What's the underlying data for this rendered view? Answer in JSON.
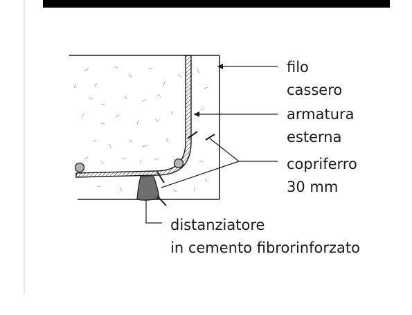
{
  "labels": {
    "formwork_line": [
      "filo",
      "cassero"
    ],
    "outer_rebar": [
      "armatura",
      "esterna"
    ],
    "concrete_cover": [
      "copriferro",
      "30 mm"
    ],
    "spacer": [
      "distanziatore",
      "in cemento fibrorinforzato"
    ]
  },
  "colors": {
    "top_bar": "#000000",
    "line": "#1a1a1a",
    "spacer_fill": "#6e6e6e",
    "rebar_fill": "#b3b3b3",
    "left_rule": "#e6e6e6"
  }
}
